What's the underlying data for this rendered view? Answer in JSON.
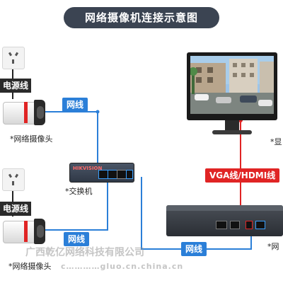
{
  "title": "网络摄像机连接示意图",
  "labels": {
    "power_cable_1": "电源线",
    "power_cable_2": "电源线",
    "network_cable_1": "网线",
    "network_cable_2": "网线",
    "network_cable_3": "网线",
    "vga_hdmi_cable": "VGA线/HDMI线"
  },
  "captions": {
    "camera_1": "*网络摄像头",
    "camera_2": "*网络摄像头",
    "switch": "*交换机",
    "monitor": "*显",
    "nvr": "*网"
  },
  "devices": {
    "switch_brand": "HIKVISION"
  },
  "watermark": {
    "company": "广西乾亿网络科技有限公司",
    "url": "c…………gluo.cn.china.cn"
  },
  "colors": {
    "network_line": "#2b7fd8",
    "video_line": "#e02424",
    "title_bg": "#3b4452"
  }
}
